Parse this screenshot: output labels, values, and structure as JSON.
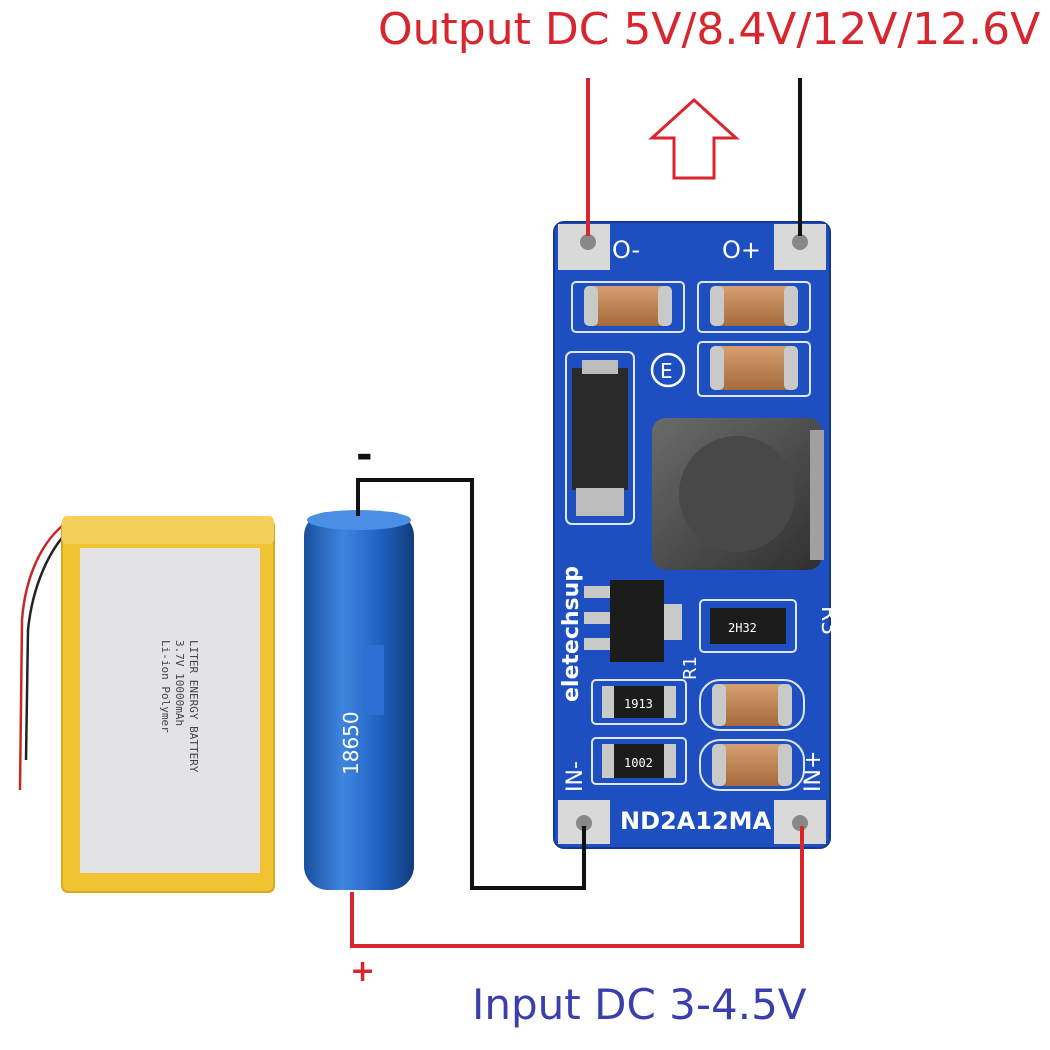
{
  "labels": {
    "output": "Output DC 5V/8.4V/12V/12.6V",
    "input": "Input DC 3-4.5V",
    "battery_minus": "-",
    "battery_plus": "+"
  },
  "board": {
    "model": "ND2A12MA",
    "brand": "eletechsup",
    "pad_out_minus": "O-",
    "pad_out_plus": "O+",
    "pad_in_minus": "IN-",
    "pad_in_plus": "IN+",
    "ref_r1": "R1",
    "ref_r3": "R3",
    "resistor_1": "2H32",
    "resistor_2": "1913",
    "resistor_3": "1002"
  },
  "cell_label": "18650",
  "lipo_label_lines": [
    "LITER ENERGY BATTERY",
    "3.7V 10000mAh",
    "Li-ion Polymer"
  ],
  "colors": {
    "wire_red": "#d8262e",
    "wire_black": "#111111",
    "pcb_blue": "#1d4fc0",
    "cell_blue": "#1f5fbf",
    "lipo_yellow": "#f1c232",
    "text_red": "#d8262e",
    "text_blue": "#3b3fae"
  }
}
